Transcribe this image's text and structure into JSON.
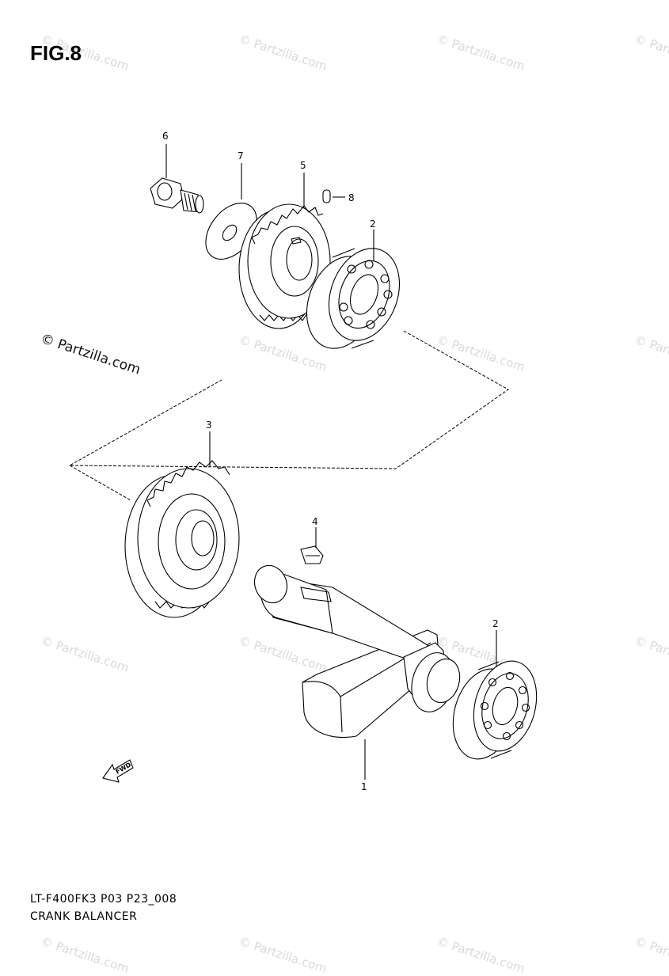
{
  "figure": {
    "title": "FIG.8"
  },
  "watermark": {
    "text": "© Partzilla.com"
  },
  "callouts": [
    {
      "id": "1",
      "label": "1"
    },
    {
      "id": "2a",
      "label": "2"
    },
    {
      "id": "2b",
      "label": "2"
    },
    {
      "id": "3",
      "label": "3"
    },
    {
      "id": "4",
      "label": "4"
    },
    {
      "id": "5",
      "label": "5"
    },
    {
      "id": "6",
      "label": "6"
    },
    {
      "id": "7",
      "label": "7"
    },
    {
      "id": "8",
      "label": "8"
    }
  ],
  "fwd_label": "FWD",
  "footer": {
    "model_code": "LT-F400FK3 P03 P23_008",
    "section_name": "CRANK BALANCER"
  }
}
